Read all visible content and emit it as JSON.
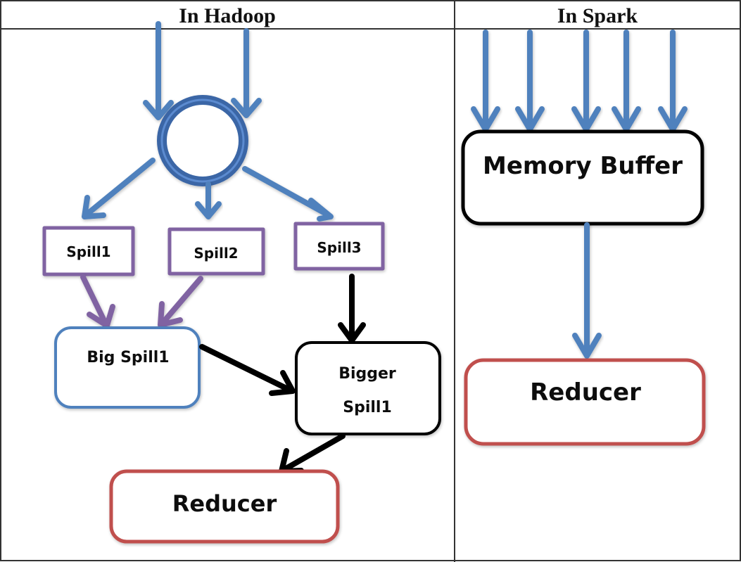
{
  "panels": {
    "hadoop": {
      "title": "In Hadoop",
      "nodes": {
        "spill1": "Spill1",
        "spill2": "Spill2",
        "spill3": "Spill3",
        "big_spill": "Big Spill1",
        "bigger_spill_line1": "Bigger",
        "bigger_spill_line2": "Spill1",
        "reducer": "Reducer"
      },
      "input_arrow_count": 2
    },
    "spark": {
      "title": "In Spark",
      "nodes": {
        "memory_buffer": "Memory Buffer",
        "reducer": "Reducer"
      },
      "input_arrow_count": 5
    }
  },
  "colors": {
    "blue_arrow": "#4F81BD",
    "circle_dark": "#3A66A6",
    "spill_purple": "#8064A2",
    "big_spill_blue": "#4F81BD",
    "reducer_red": "#C0504D",
    "black": "#000000",
    "table_border": "#333333"
  }
}
